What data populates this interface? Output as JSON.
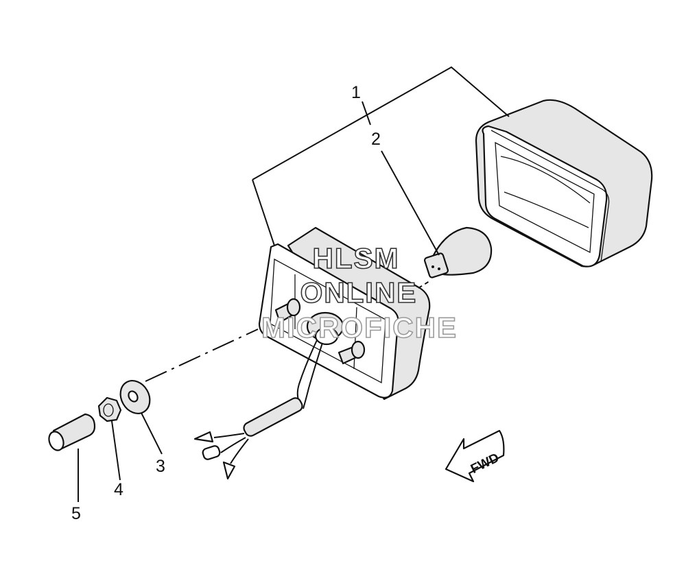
{
  "callouts": {
    "c1": "1",
    "c2": "2",
    "c3": "3",
    "c4": "4",
    "c5": "5"
  },
  "watermark": {
    "line1": "HLSM",
    "line2": "ONLINE",
    "line3": "MICROFICHE"
  },
  "direction_label": "FWD",
  "colors": {
    "line": "#111111",
    "part_fill": "#e6e6e6",
    "background": "#ffffff"
  }
}
